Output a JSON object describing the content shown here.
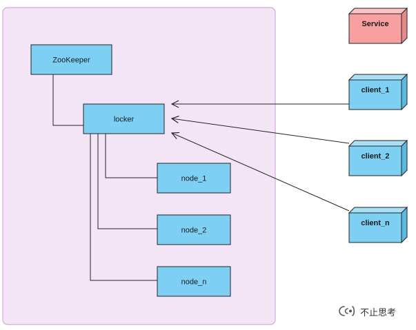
{
  "diagram": {
    "colors": {
      "background_panel": "#f3e5f6",
      "panel_border": "#d8a6de",
      "box_fill": "#7dd0f3",
      "box_stroke": "#222222",
      "service_fill": "#f8a0a0",
      "connector": "#222222"
    },
    "nodes": {
      "zookeeper": "ZooKeeper",
      "locker": "locker",
      "node_1": "node_1",
      "node_2": "node_2",
      "node_n": "node_n"
    },
    "cubes": {
      "service": "Service",
      "client_1": "client_1",
      "client_2": "client_2",
      "client_n": "client_n"
    }
  },
  "watermark": {
    "icon": "wechat-official-account-icon",
    "text": "不止思考"
  }
}
